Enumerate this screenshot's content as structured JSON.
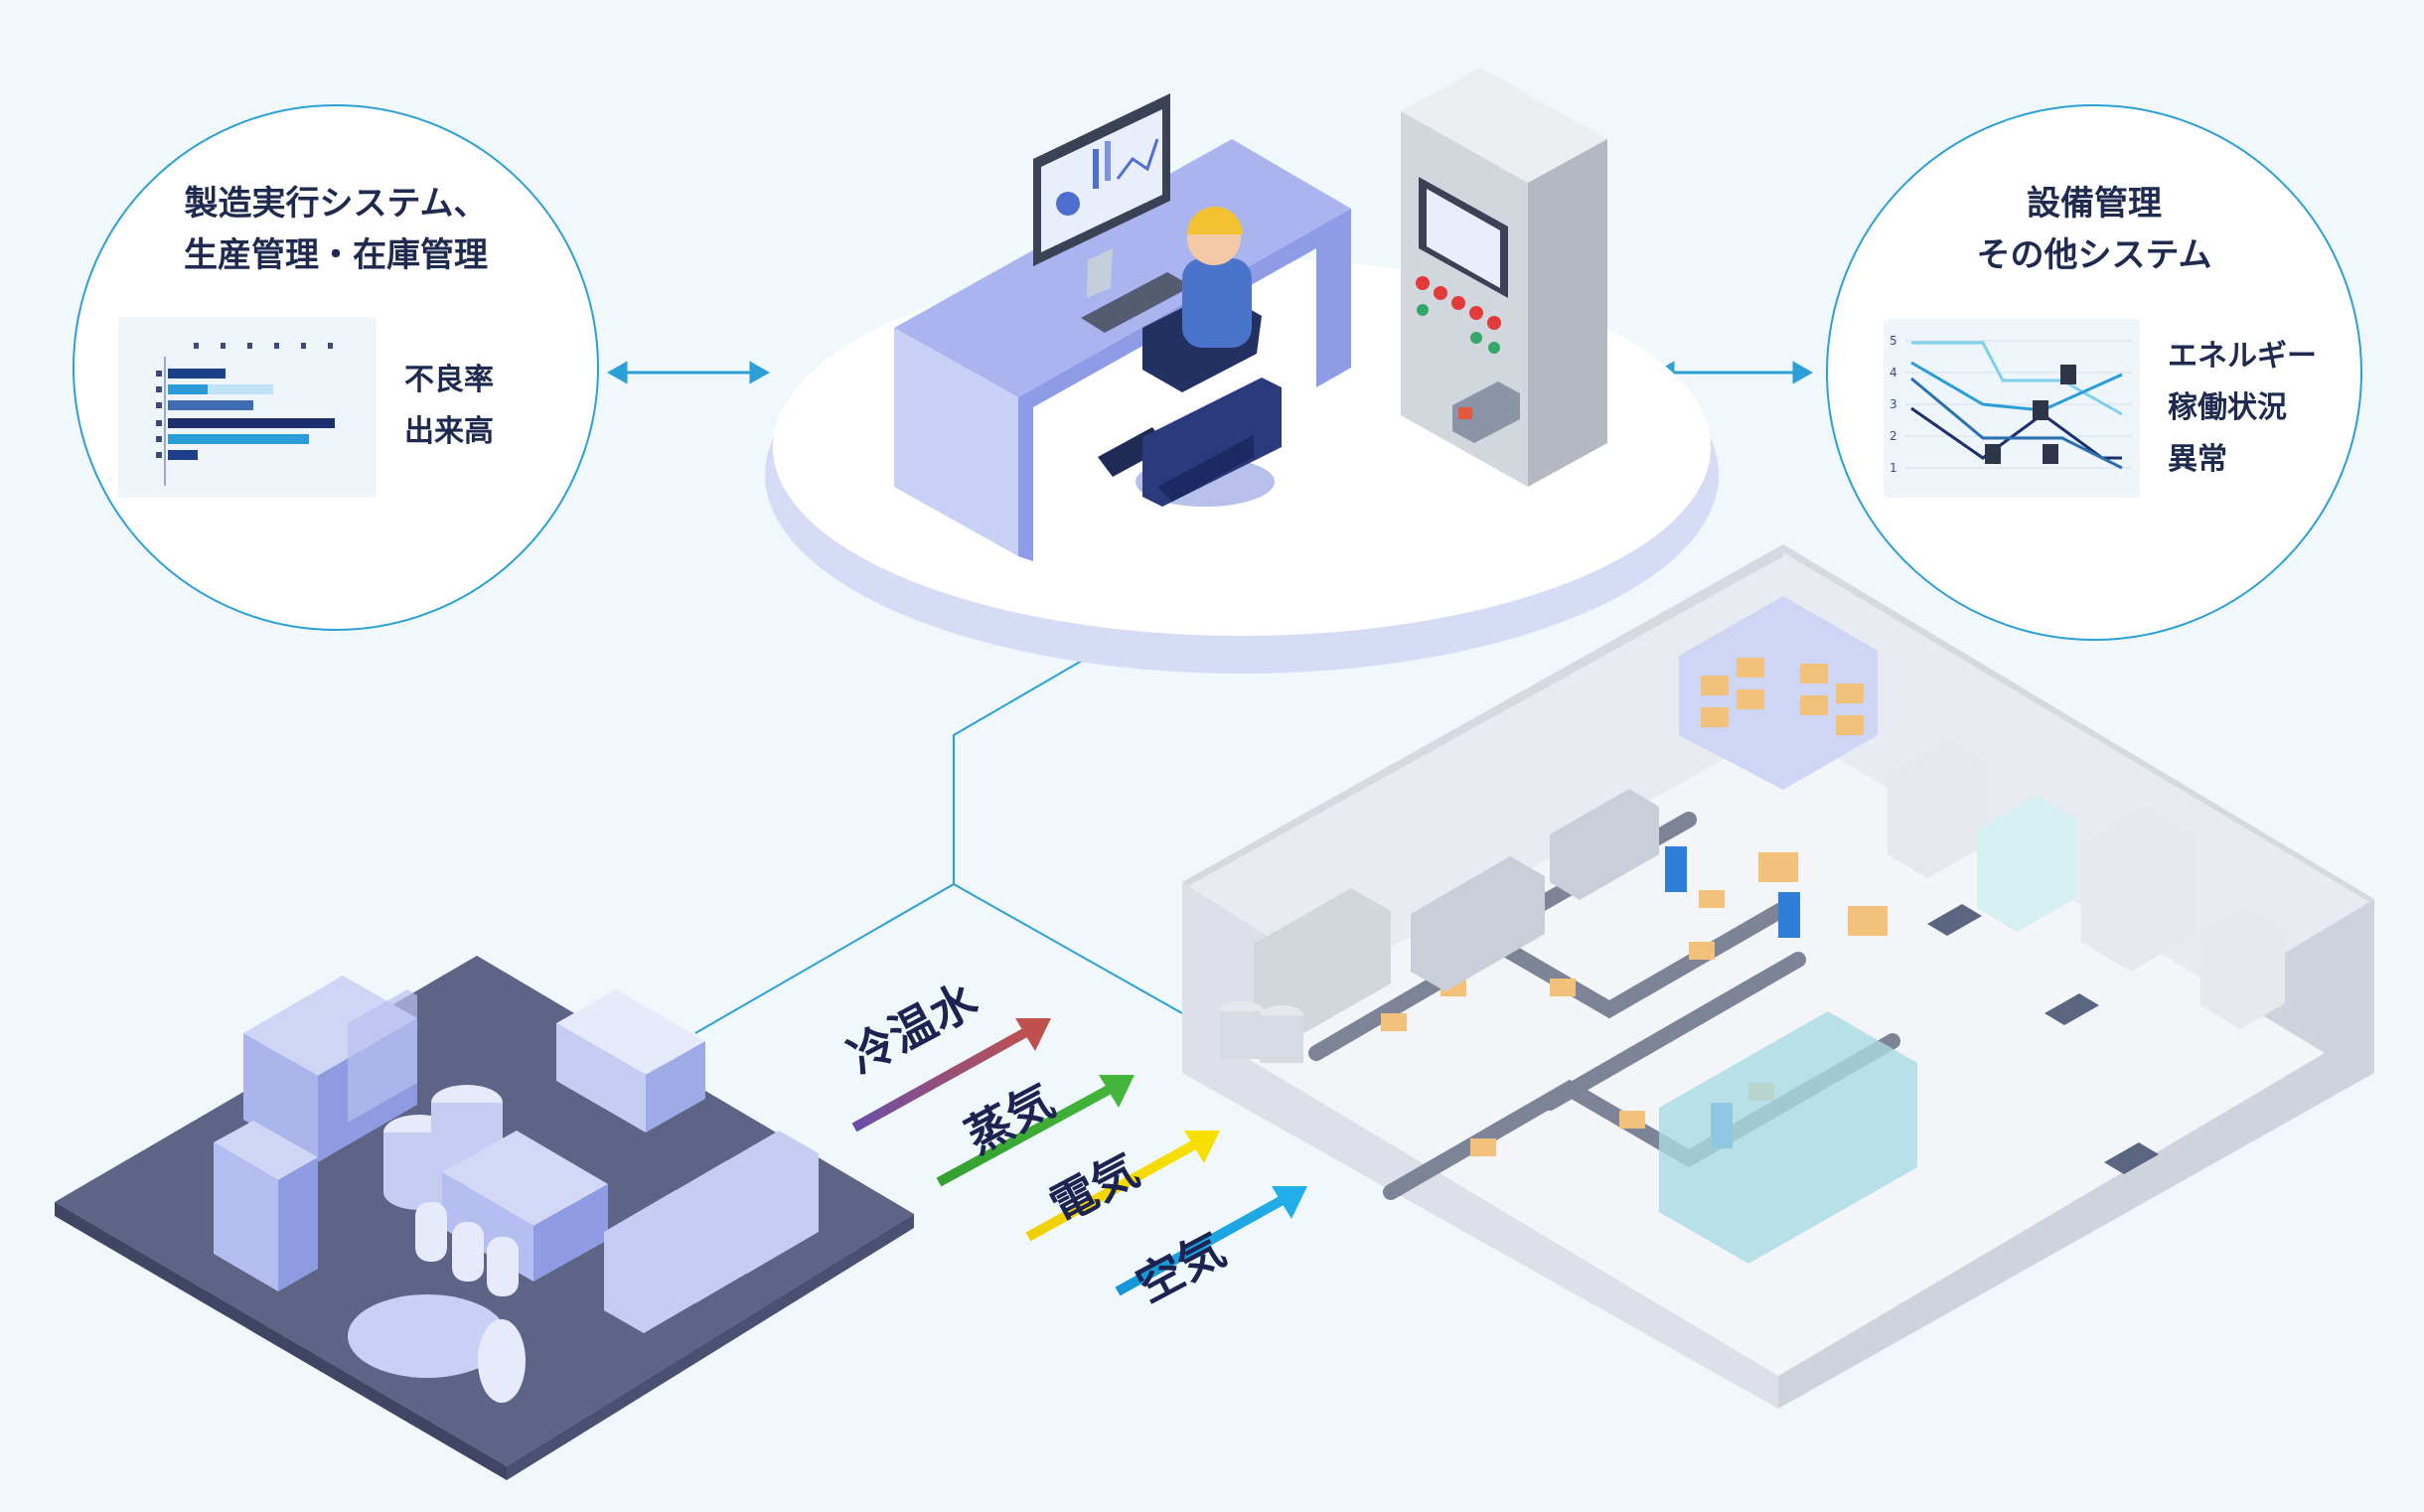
{
  "colors": {
    "background": "#f1f8fc",
    "circle_border": "#2c9fd6",
    "arrow_cold_water": "#7b4c9c",
    "arrow_steam": "#3aaa35",
    "arrow_electricity": "#f2d200",
    "arrow_air": "#1aa3e0"
  },
  "mes_panel": {
    "title_line1": "製造実行システム、",
    "title_line2": "生産管理・在庫管理",
    "metrics": [
      "不良率",
      "出来高"
    ]
  },
  "equipment_panel": {
    "title_line1": "設備管理",
    "title_line2": "その他システム",
    "metrics": [
      "エネルギー",
      "稼働状況",
      "異常"
    ],
    "chart_ticks": [
      "5",
      "4",
      "3",
      "2",
      "1"
    ]
  },
  "utility_flows": [
    {
      "label": "冷温水",
      "color": "#7b4c9c"
    },
    {
      "label": "蒸気",
      "color": "#3aaa35"
    },
    {
      "label": "電気",
      "color": "#f2d200"
    },
    {
      "label": "空気",
      "color": "#1aa3e0"
    }
  ],
  "icons": [
    "bidirectional-arrow-icon",
    "operator-workstation-icon",
    "control-cabinet-icon",
    "utility-plant-icon",
    "factory-floor-icon"
  ]
}
